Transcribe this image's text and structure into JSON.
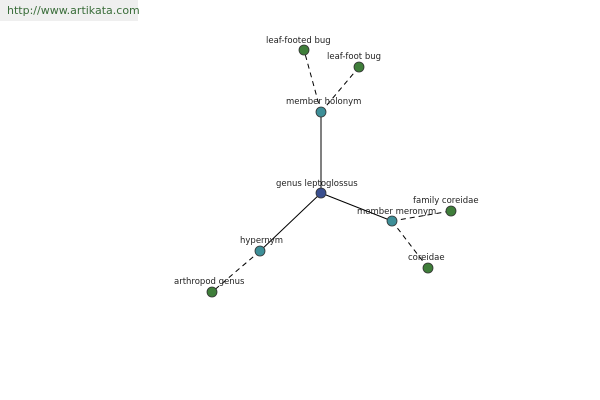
{
  "header": {
    "url": "http://www.artikata.com"
  },
  "colors": {
    "central": "#3a4f8f",
    "relation": "#3e8f98",
    "leaf": "#3f7e3a"
  },
  "nodes": {
    "center": {
      "label": "genus leptoglossus",
      "kind": "central"
    },
    "member_holonym": {
      "label": "member holonym",
      "kind": "relation"
    },
    "member_meronym": {
      "label": "member meronym",
      "kind": "relation"
    },
    "hypernym": {
      "label": "hypernym",
      "kind": "relation"
    },
    "leaf_footed_bug": {
      "label": "leaf-footed bug",
      "kind": "leaf"
    },
    "leaf_foot_bug": {
      "label": "leaf-foot bug",
      "kind": "leaf"
    },
    "family_coreidae": {
      "label": "family coreidae",
      "kind": "leaf"
    },
    "coreidae": {
      "label": "coreidae",
      "kind": "leaf"
    },
    "arthropod_genus": {
      "label": "arthropod genus",
      "kind": "leaf"
    }
  }
}
